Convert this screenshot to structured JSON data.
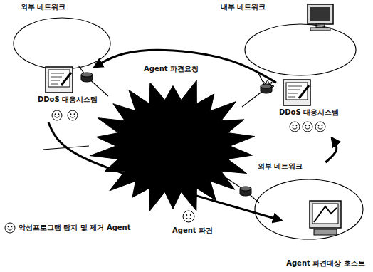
{
  "diagram": {
    "nodes": [
      {
        "text": [
          "외부 네트워크"
        ]
      },
      {
        "text": [
          "DDoS 대응시스템"
        ]
      },
      {
        "text": [
          "내부 네트워크"
        ]
      },
      {
        "text": [
          "DDoS 대응시스템"
        ]
      },
      {
        "text": [
          "외부 네트워크"
        ]
      },
      {
        "text": [
          "Agent 파견대상 호스트"
        ],
        "in": 4
      }
    ],
    "edges": [
      {
        "from": 3,
        "to": 1,
        "label": "Agent 파견요청",
        "arrow": "to"
      },
      {
        "from": 4,
        "to": 3,
        "arrow": "to"
      },
      {
        "from": 1,
        "to": 5,
        "label": "Agent 파견",
        "arrow": "to"
      }
    ],
    "legend": [
      {
        "text": "악성프로그램 탐지 및 제거 Agent"
      }
    ]
  }
}
